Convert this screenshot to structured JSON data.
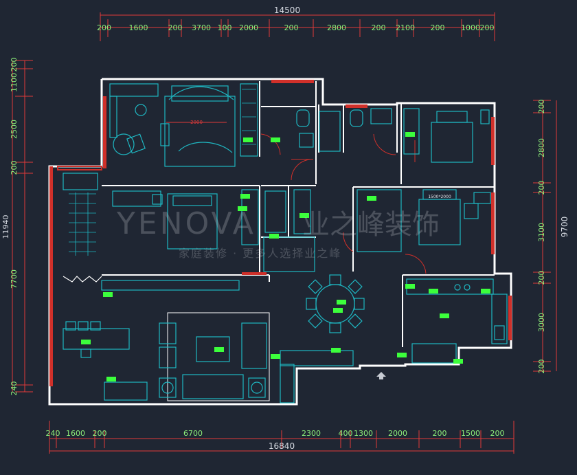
{
  "colors": {
    "background": "#1f2633",
    "wall": "#ffffff",
    "dim_line": "#e23a3a",
    "dim_text": "#8ef07a",
    "furniture": "#1fb7c2",
    "window": "#d0302a",
    "tag": "#3cff3c"
  },
  "dimensions": {
    "top_total": "14500",
    "top_segments": [
      "200",
      "1600",
      "200",
      "3700",
      "100",
      "2000",
      "200",
      "2800",
      "200",
      "2100",
      "200",
      "1000",
      "200"
    ],
    "bottom_total": "16840",
    "bottom_segments": [
      "240",
      "1600",
      "200",
      "6700",
      "2300",
      "400",
      "1300",
      "2000",
      "200",
      "1500",
      "200"
    ],
    "left_segments": [
      "200",
      "1100",
      "2500",
      "200",
      "7700",
      "240"
    ],
    "left_total": "11940",
    "right_segments": [
      "200",
      "2800",
      "200",
      "3100",
      "200",
      "3000",
      "200"
    ],
    "right_total": "9700"
  },
  "labels": {
    "bed_size_1": "2000",
    "bed_size_2": "1500*2000"
  },
  "watermark": {
    "brand": "YENOVA",
    "brand_cn": "业之峰装饰",
    "slogan": "家庭装修 · 更多人选择业之峰"
  }
}
